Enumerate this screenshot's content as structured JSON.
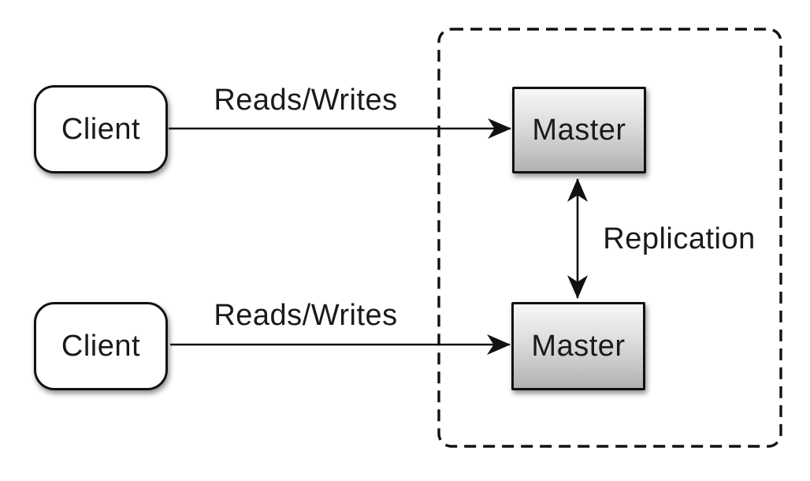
{
  "nodes": {
    "client_top": {
      "label": "Client"
    },
    "client_bottom": {
      "label": "Client"
    },
    "master_top": {
      "label": "Master"
    },
    "master_bottom": {
      "label": "Master"
    }
  },
  "edges": {
    "reads_writes_top": {
      "label": "Reads/Writes",
      "from": "client_top",
      "to": "master_top",
      "direction": "one-way"
    },
    "reads_writes_bottom": {
      "label": "Reads/Writes",
      "from": "client_bottom",
      "to": "master_bottom",
      "direction": "one-way"
    },
    "replication": {
      "label": "Replication",
      "from": "master_top",
      "to": "master_bottom",
      "direction": "two-way"
    }
  },
  "cluster": {
    "style": "dashed-rounded-rectangle",
    "contains": [
      "master_top",
      "master_bottom"
    ]
  },
  "colors": {
    "background": "#ffffff",
    "line_color": "#111111",
    "text_color": "#1a1a1a",
    "node_border": "#111111",
    "client_fill": "#ffffff",
    "master_gradient_top": "#f7f7f7",
    "master_gradient_mid": "#dcdcdc",
    "master_gradient_bottom": "#b2b2b2"
  }
}
